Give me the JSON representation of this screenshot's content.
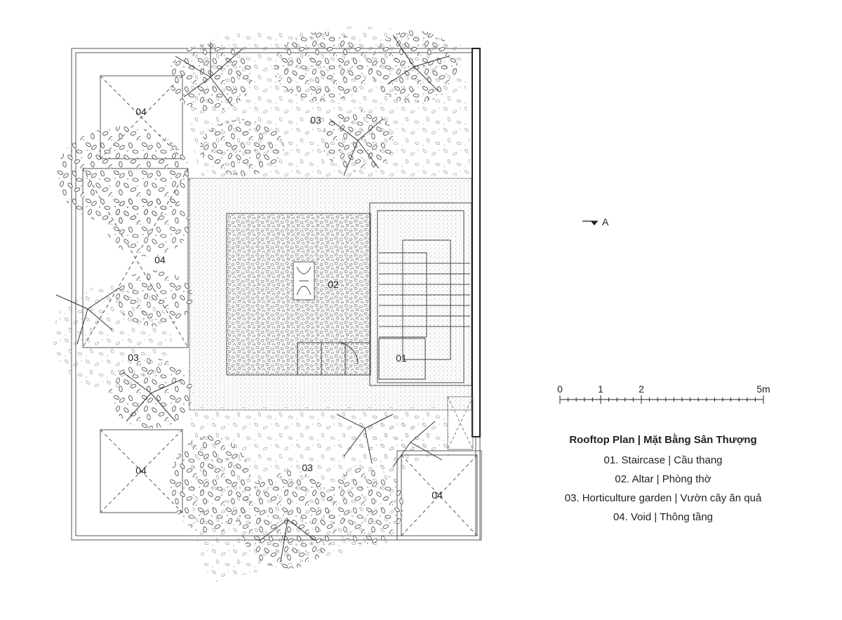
{
  "spaces": {
    "staircase_number": "01",
    "altar_number": "02",
    "garden_number": "03",
    "void_number": "04"
  },
  "section_marker": {
    "label": "A"
  },
  "scale_bar": {
    "tick0": "0",
    "tick1": "1",
    "tick2": "2",
    "tick5": "5m"
  },
  "legend": {
    "title": "Rooftop Plan | Mặt Bằng Sân Thượng",
    "items": [
      "01. Staircase | Cầu thang",
      "02. Altar | Phòng thờ",
      "03. Horticulture garden | Vườn cây ăn quả",
      "04. Void | Thông tầng"
    ]
  }
}
